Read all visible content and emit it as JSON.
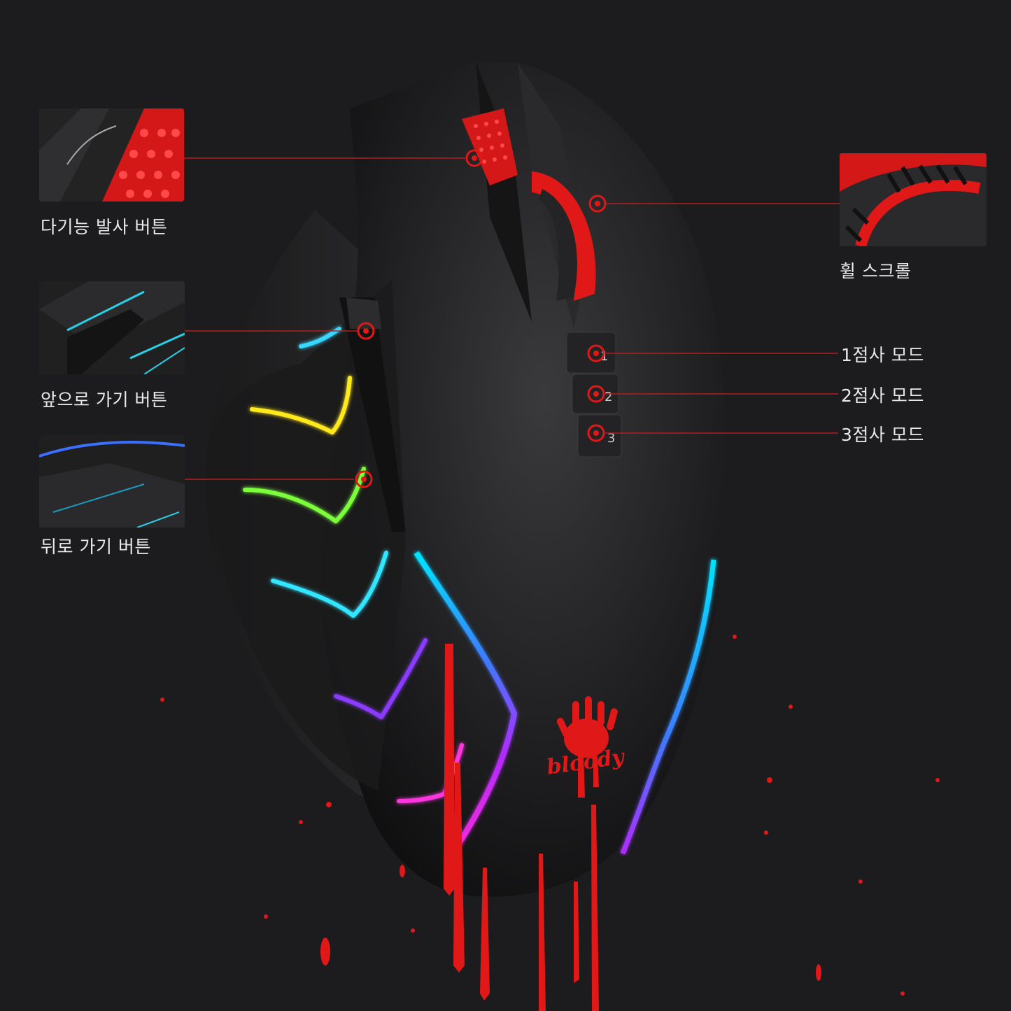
{
  "callouts": {
    "multi_fire": "다기능 발사 버튼",
    "forward": "앞으로 가기 버튼",
    "back": "뒤로 가기 버튼",
    "wheel": "휠 스크롤",
    "burst1": "1점사 모드",
    "burst2": "2점사 모드",
    "burst3": "3점사 모드"
  },
  "logo": {
    "text": "bloody"
  },
  "mode_buttons": [
    "1",
    "2",
    "3"
  ],
  "colors": {
    "background": "#1c1c1e",
    "accent_red": "#e01818",
    "leader_line": "#b02020"
  }
}
